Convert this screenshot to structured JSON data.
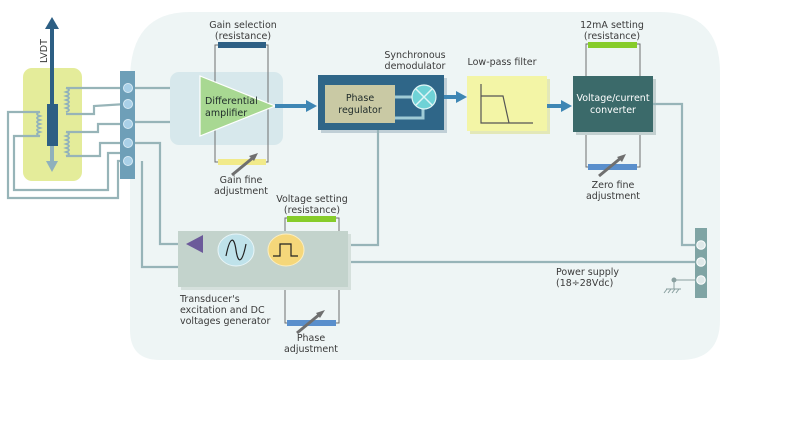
{
  "diagram": {
    "type": "block-diagram",
    "title": "LVDT signal conditioning block diagram",
    "sensor": {
      "label": "LVDT"
    },
    "blocks": {
      "differential_amplifier": {
        "line1": "Differential",
        "line2": "amplifier"
      },
      "synchronous_demodulator": {
        "line1": "Synchronous",
        "line2": "demodulator"
      },
      "phase_regulator": {
        "line1": "Phase",
        "line2": "regulator"
      },
      "low_pass_filter": {
        "label": "Low-pass filter"
      },
      "voltage_current_converter": {
        "line1": "Voltage/current",
        "line2": "converter"
      },
      "generator": {
        "line1": "Transducer's",
        "line2": "excitation and DC",
        "line3": "voltages generator"
      }
    },
    "adjustments": {
      "gain_selection": {
        "line1": "Gain selection",
        "line2": "(resistance)"
      },
      "gain_fine": {
        "line1": "Gain fine",
        "line2": "adjustment"
      },
      "setting_12ma": {
        "line1": "12mA setting",
        "line2": "(resistance)"
      },
      "zero_fine": {
        "line1": "Zero fine",
        "line2": "adjustment"
      },
      "voltage_setting": {
        "line1": "Voltage setting",
        "line2": "(resistance)"
      },
      "phase_adjustment": {
        "line1": "Phase",
        "line2": "adjustment"
      }
    },
    "power_supply": {
      "line1": "Power supply",
      "line2": "(18÷28Vdc)"
    },
    "colors": {
      "panel": "#eef5f5",
      "lvdt_body": "#e4ec9a",
      "core": "#2d5f84",
      "terminal_strip": "#6e9fb8",
      "amplifier": "#a8d892",
      "demodulator": "#2f6688",
      "phase_regulator": "#c9c9a4",
      "mixer": "#6fd2d6",
      "filter": "#f3f5a6",
      "converter": "#3b6a6a",
      "generator": "#c3d3cc",
      "green_resistor": "#86cc2a",
      "blue_resistor": "#5a8fcc",
      "yellow_resistor": "#f1ea8a",
      "arrow": "#3e86b4"
    }
  }
}
